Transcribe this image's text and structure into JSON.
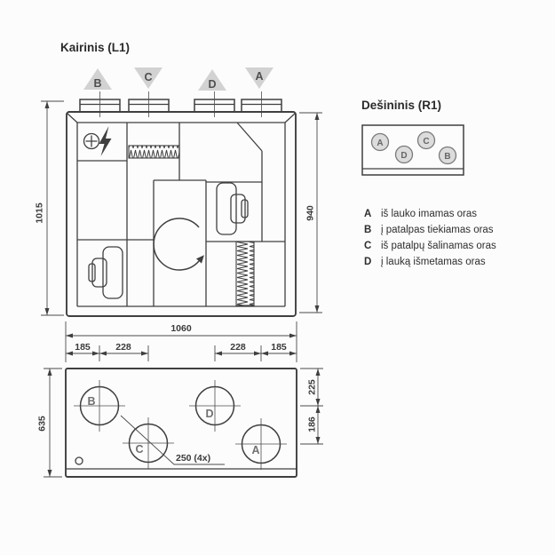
{
  "front_view": {
    "title": "Kairinis (L1)",
    "port_labels": [
      "B",
      "C",
      "D",
      "A"
    ],
    "dim_overall_height": "1015",
    "dim_body_height": "940",
    "dim_width": "1060",
    "sub_dims": [
      "185",
      "228",
      "228",
      "185"
    ]
  },
  "side_view": {
    "title": "Dešininis (R1)",
    "port_labels": [
      "A",
      "D",
      "C",
      "B"
    ]
  },
  "legend": {
    "items": [
      {
        "key": "A",
        "text": "iš lauko imamas oras"
      },
      {
        "key": "B",
        "text": "į patalpas tiekiamas oras"
      },
      {
        "key": "C",
        "text": "iš patalpų šalinamas oras"
      },
      {
        "key": "D",
        "text": "į lauką išmetamas oras"
      }
    ]
  },
  "bottom_view": {
    "hole_labels": [
      "B",
      "C",
      "D",
      "A"
    ],
    "dim_depth": "635",
    "dim_top_offset": "225",
    "dim_mid_spacing": "186",
    "hole_diameter": "250 (4x)"
  },
  "colors": {
    "line": "#3f3f3f",
    "triangle_fill": "#d2d2d2",
    "port_circle_fill": "#dcdcdc",
    "letter_gray": "#707070",
    "background": "#fcfcfc"
  }
}
